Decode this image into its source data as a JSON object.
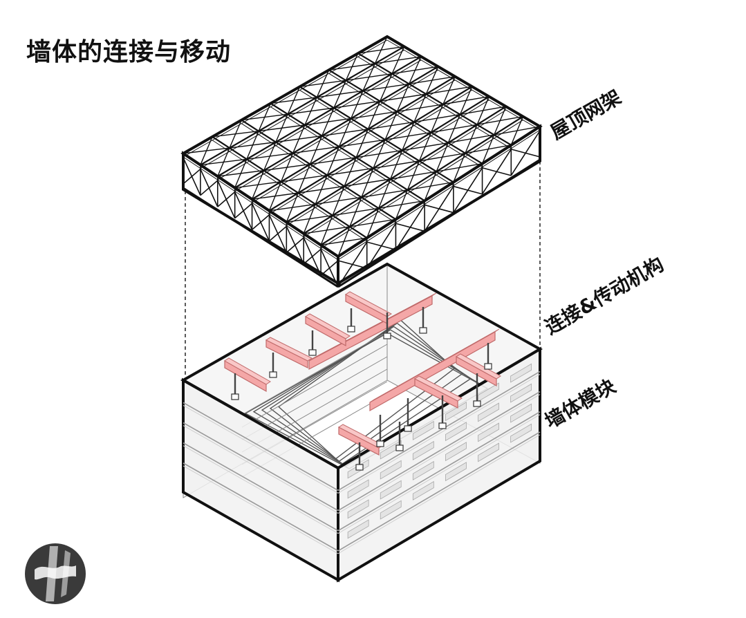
{
  "title": "墙体的连接与移动",
  "labels": {
    "roof_truss": "屋顶网架",
    "connection_mechanism": "连接&传动机构",
    "wall_module": "墙体模块"
  },
  "colors": {
    "line": "#111111",
    "truss_fill": "#ffffff",
    "box_face": "#f2f2f2",
    "box_shade": "#e4e4e4",
    "floor_line": "#9a9a9a",
    "beam": "#f4a7a7",
    "beam_edge": "#c06a6a",
    "logo": "#3a3a3a"
  },
  "icons": {
    "logo": "brush-logo"
  }
}
